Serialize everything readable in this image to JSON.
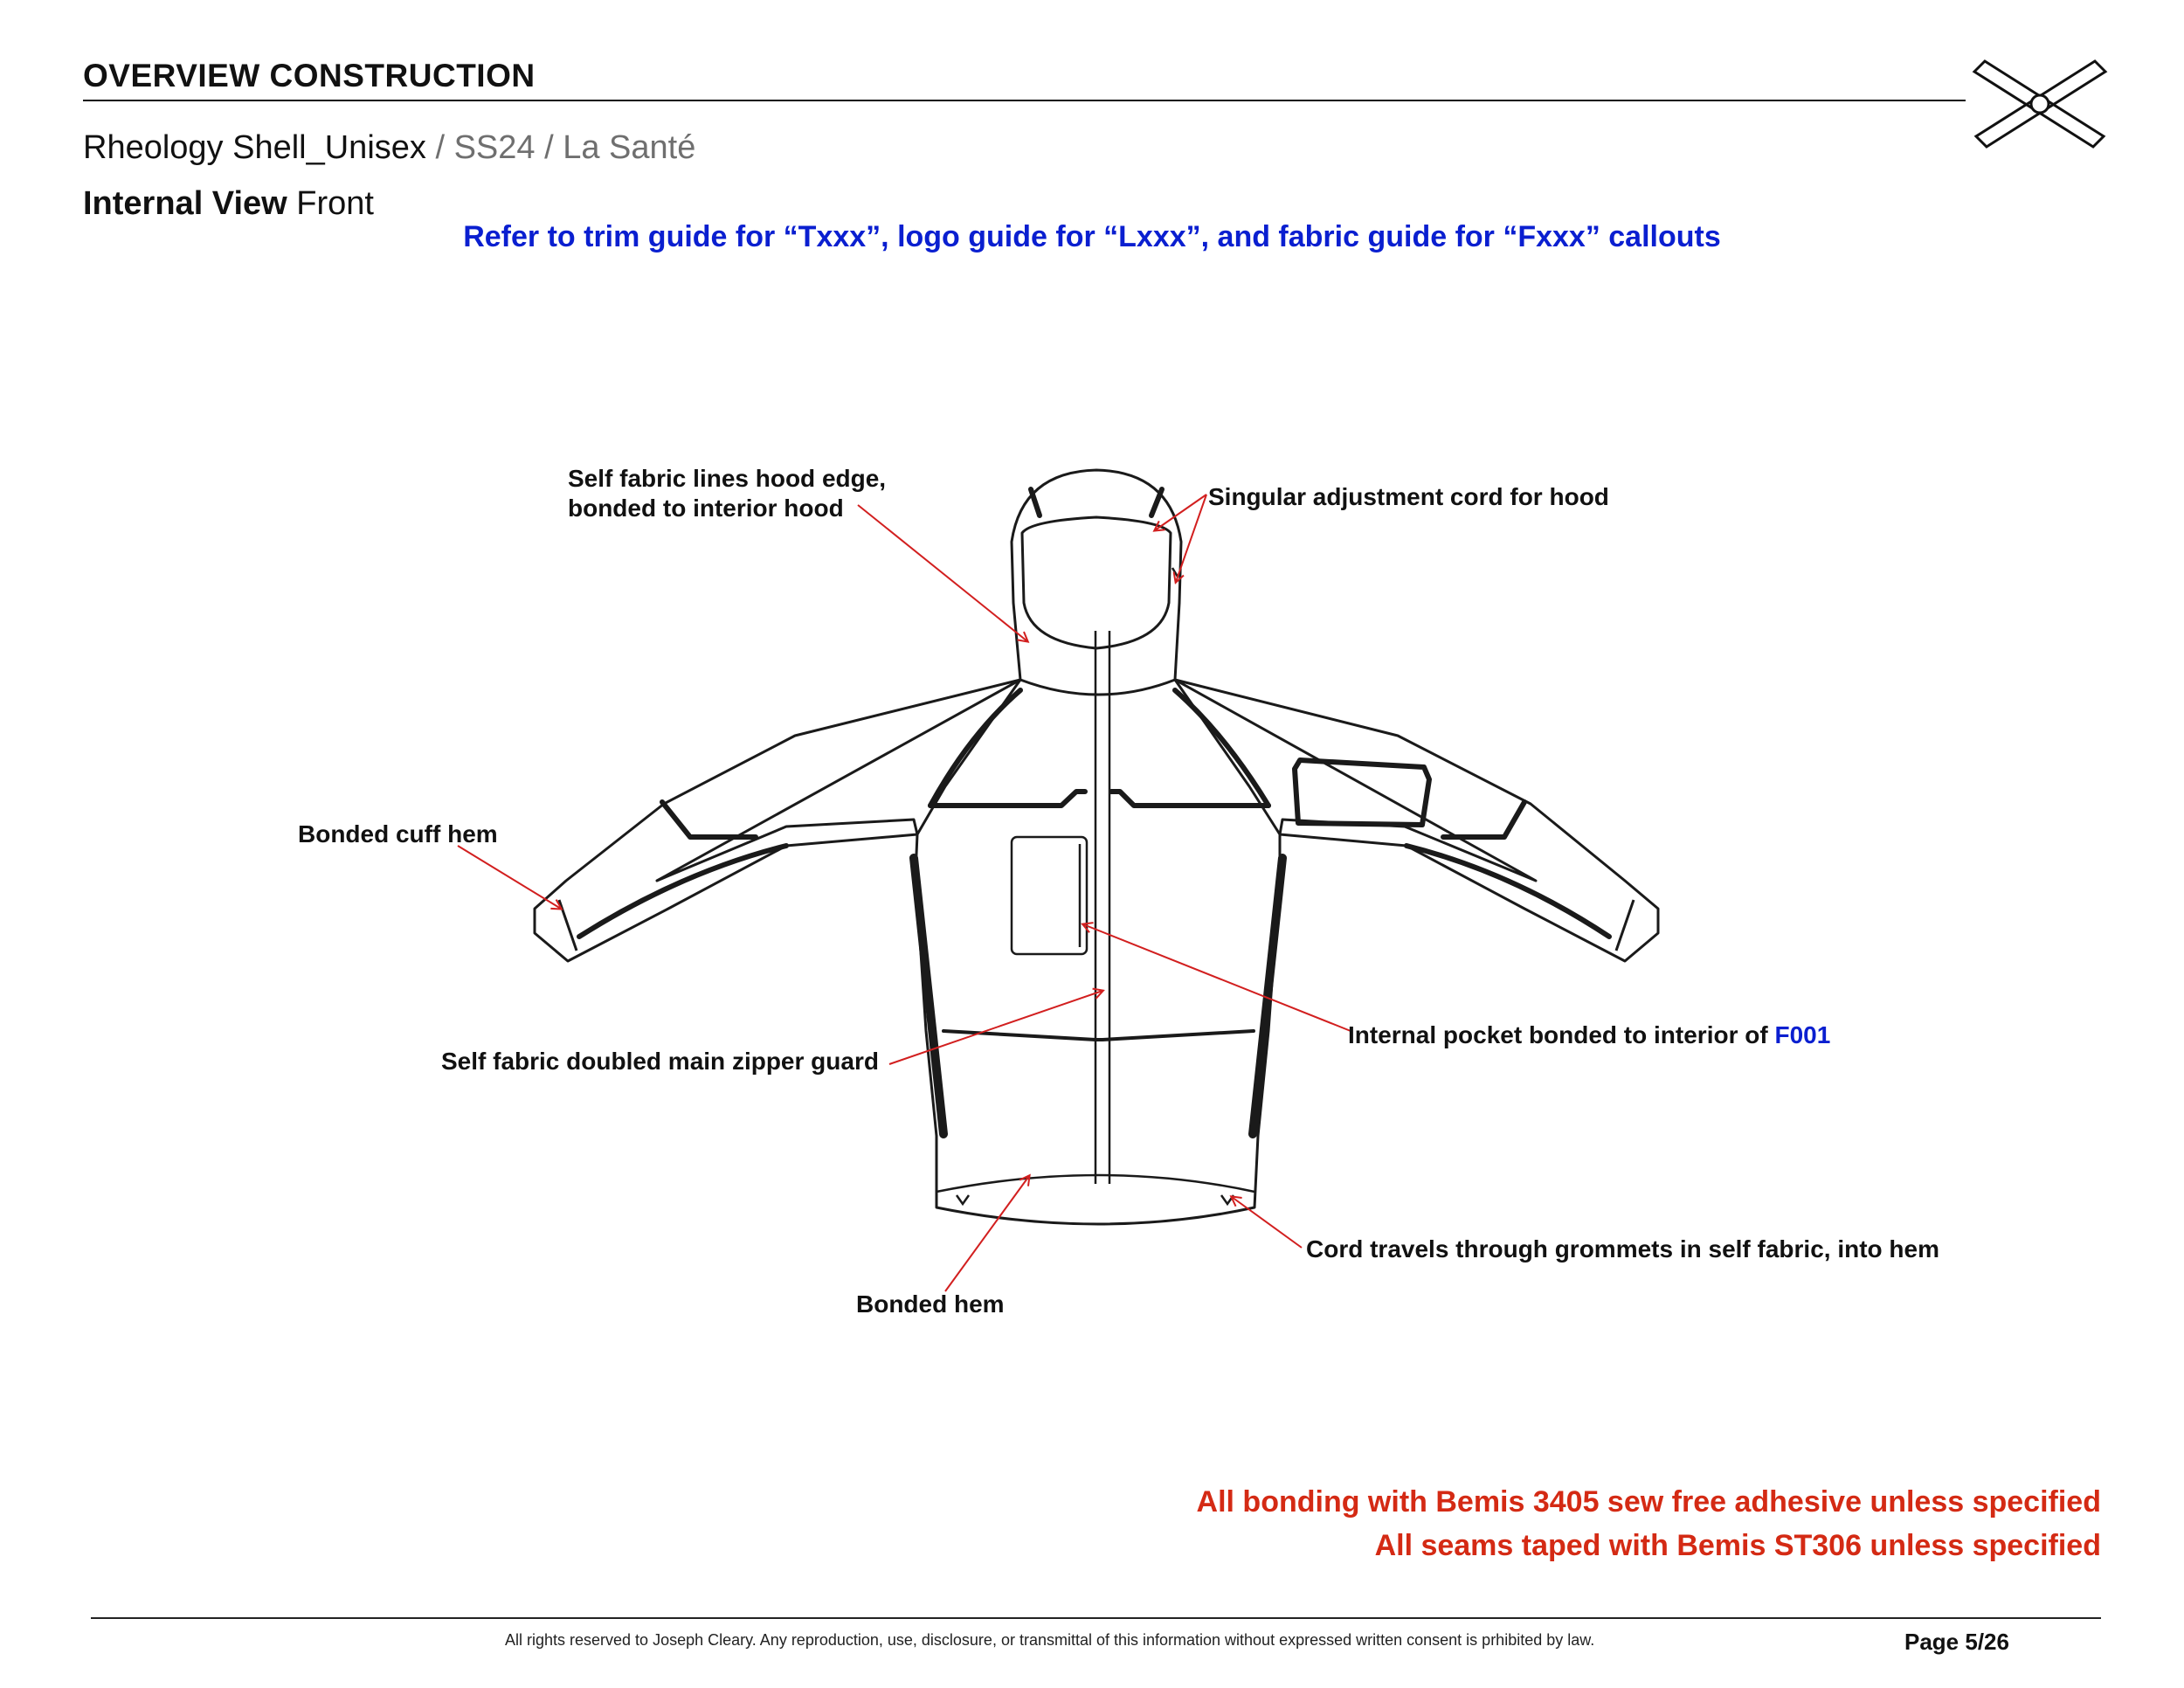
{
  "header": {
    "title": "OVERVIEW CONSTRUCTION",
    "product_name": "Rheology Shell_Unisex",
    "season_path": " / SS24 / La Santé",
    "view_label": "Internal View",
    "view_side": "Front"
  },
  "logo": {
    "icon": "crossed-x-logo-icon"
  },
  "reference_note": "Refer to trim guide for “Txxx”, logo guide for “Lxxx”, and fabric guide for “Fxxx” callouts",
  "callouts": {
    "hood_edge_line1": "Self fabric lines hood edge,",
    "hood_edge_line2": "bonded to interior hood",
    "hood_cord": "Singular adjustment cord for hood",
    "cuff_hem": "Bonded cuff hem",
    "pocket": "Internal pocket bonded to interior of ",
    "pocket_fabric_code": "F001",
    "zipper_guard": "Self fabric doubled main zipper guard",
    "hem_cord": "Cord travels through grommets in self fabric, into hem",
    "bonded_hem": "Bonded hem"
  },
  "notes": {
    "bonding": "All bonding with Bemis 3405 sew free adhesive unless specified",
    "seams": "All seams taped with Bemis ST306 unless specified"
  },
  "footer": {
    "rights": "All rights reserved to Joseph Cleary. Any reproduction, use, disclosure, or transmittal of this information without expressed written consent is prhibited by law.",
    "page": "Page 5/26"
  },
  "colors": {
    "reference_blue": "#0a1fd0",
    "note_red": "#d42a14",
    "leader_red": "#d21f1f",
    "ink": "#111111"
  }
}
